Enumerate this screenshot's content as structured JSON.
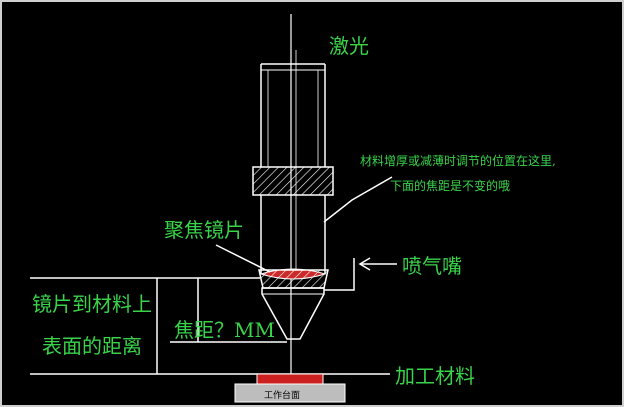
{
  "labels": {
    "laser": "激光",
    "note_line1": "材料增厚或减薄时调节的位置在这里,",
    "note_line2": "下面的焦距是不变的哦",
    "focus_lens": "聚焦镜片",
    "nozzle": "喷气嘴",
    "lens_to_surface_line1": "镜片到材料上",
    "lens_to_surface_line2": "表面的距离",
    "focal_length": "焦距？MM",
    "material": "加工材料",
    "table": "工作台面"
  },
  "colors": {
    "background": "#000000",
    "label": "#39d34a",
    "line": "#ffffff",
    "lens": "#cc2a2a",
    "material": "#cc1f1f",
    "table": "#bdbdbd"
  }
}
